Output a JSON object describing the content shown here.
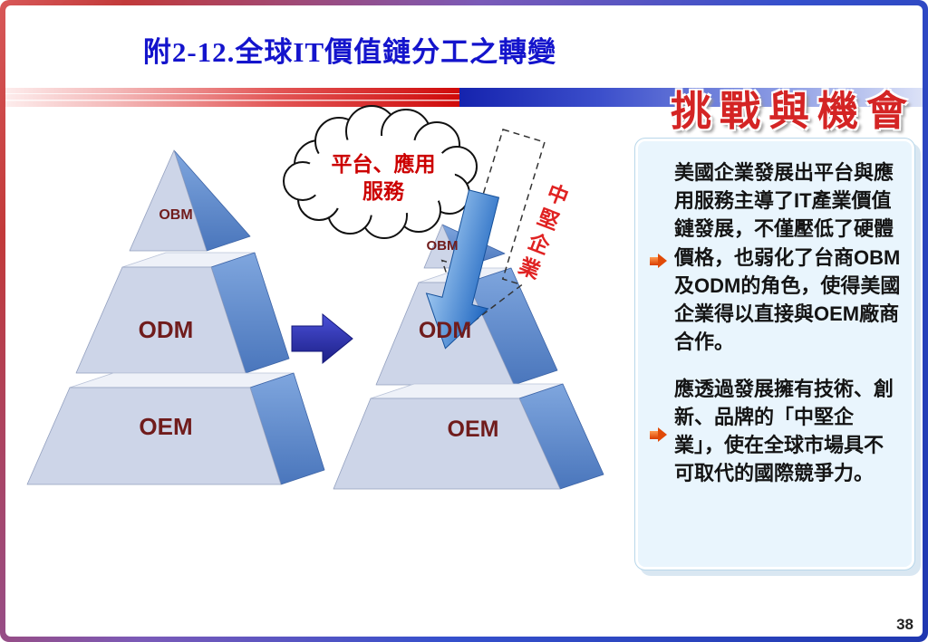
{
  "slide": {
    "title": "附2-12.全球IT價值鏈分工之轉變",
    "page_number": "38"
  },
  "header": {
    "wordart": "挑戰與機會"
  },
  "diagram": {
    "left_pyramid": {
      "layers": [
        "OBM",
        "ODM",
        "OEM"
      ]
    },
    "right_pyramid": {
      "layers": [
        "OBM",
        "ODM",
        "OEM"
      ]
    },
    "cloud": {
      "line1": "平台、應用",
      "line2": "服務"
    },
    "diagonal_label": "中堅企業",
    "icons": {
      "transition": "right-block-arrow",
      "flow": "blue-down-arrow",
      "target": "dashed-down-arrow",
      "bullet": "right-arrow"
    }
  },
  "panel": {
    "bullets": [
      {
        "text": "美國企業發展出平台與應用服務主導了IT產業價值鏈發展，不僅壓低了硬體價格，也弱化了台商OBM及ODM的角色，使得美國企業得以直接與OEM廠商合作。"
      },
      {
        "text": "應透過發展擁有技術、創新、品牌的「中堅企業」，使在全球市場具不可取代的國際競爭力。"
      }
    ]
  },
  "colors": {
    "title_blue": "#1414cc",
    "wordart_red": "#d42424",
    "label_maroon": "#701c1c",
    "panel_bg": "#e9f5fd",
    "pyramid_front": "#cdd5e8",
    "pyramid_side": "#5c8bd0",
    "bullet_orange": "#e04a08"
  }
}
